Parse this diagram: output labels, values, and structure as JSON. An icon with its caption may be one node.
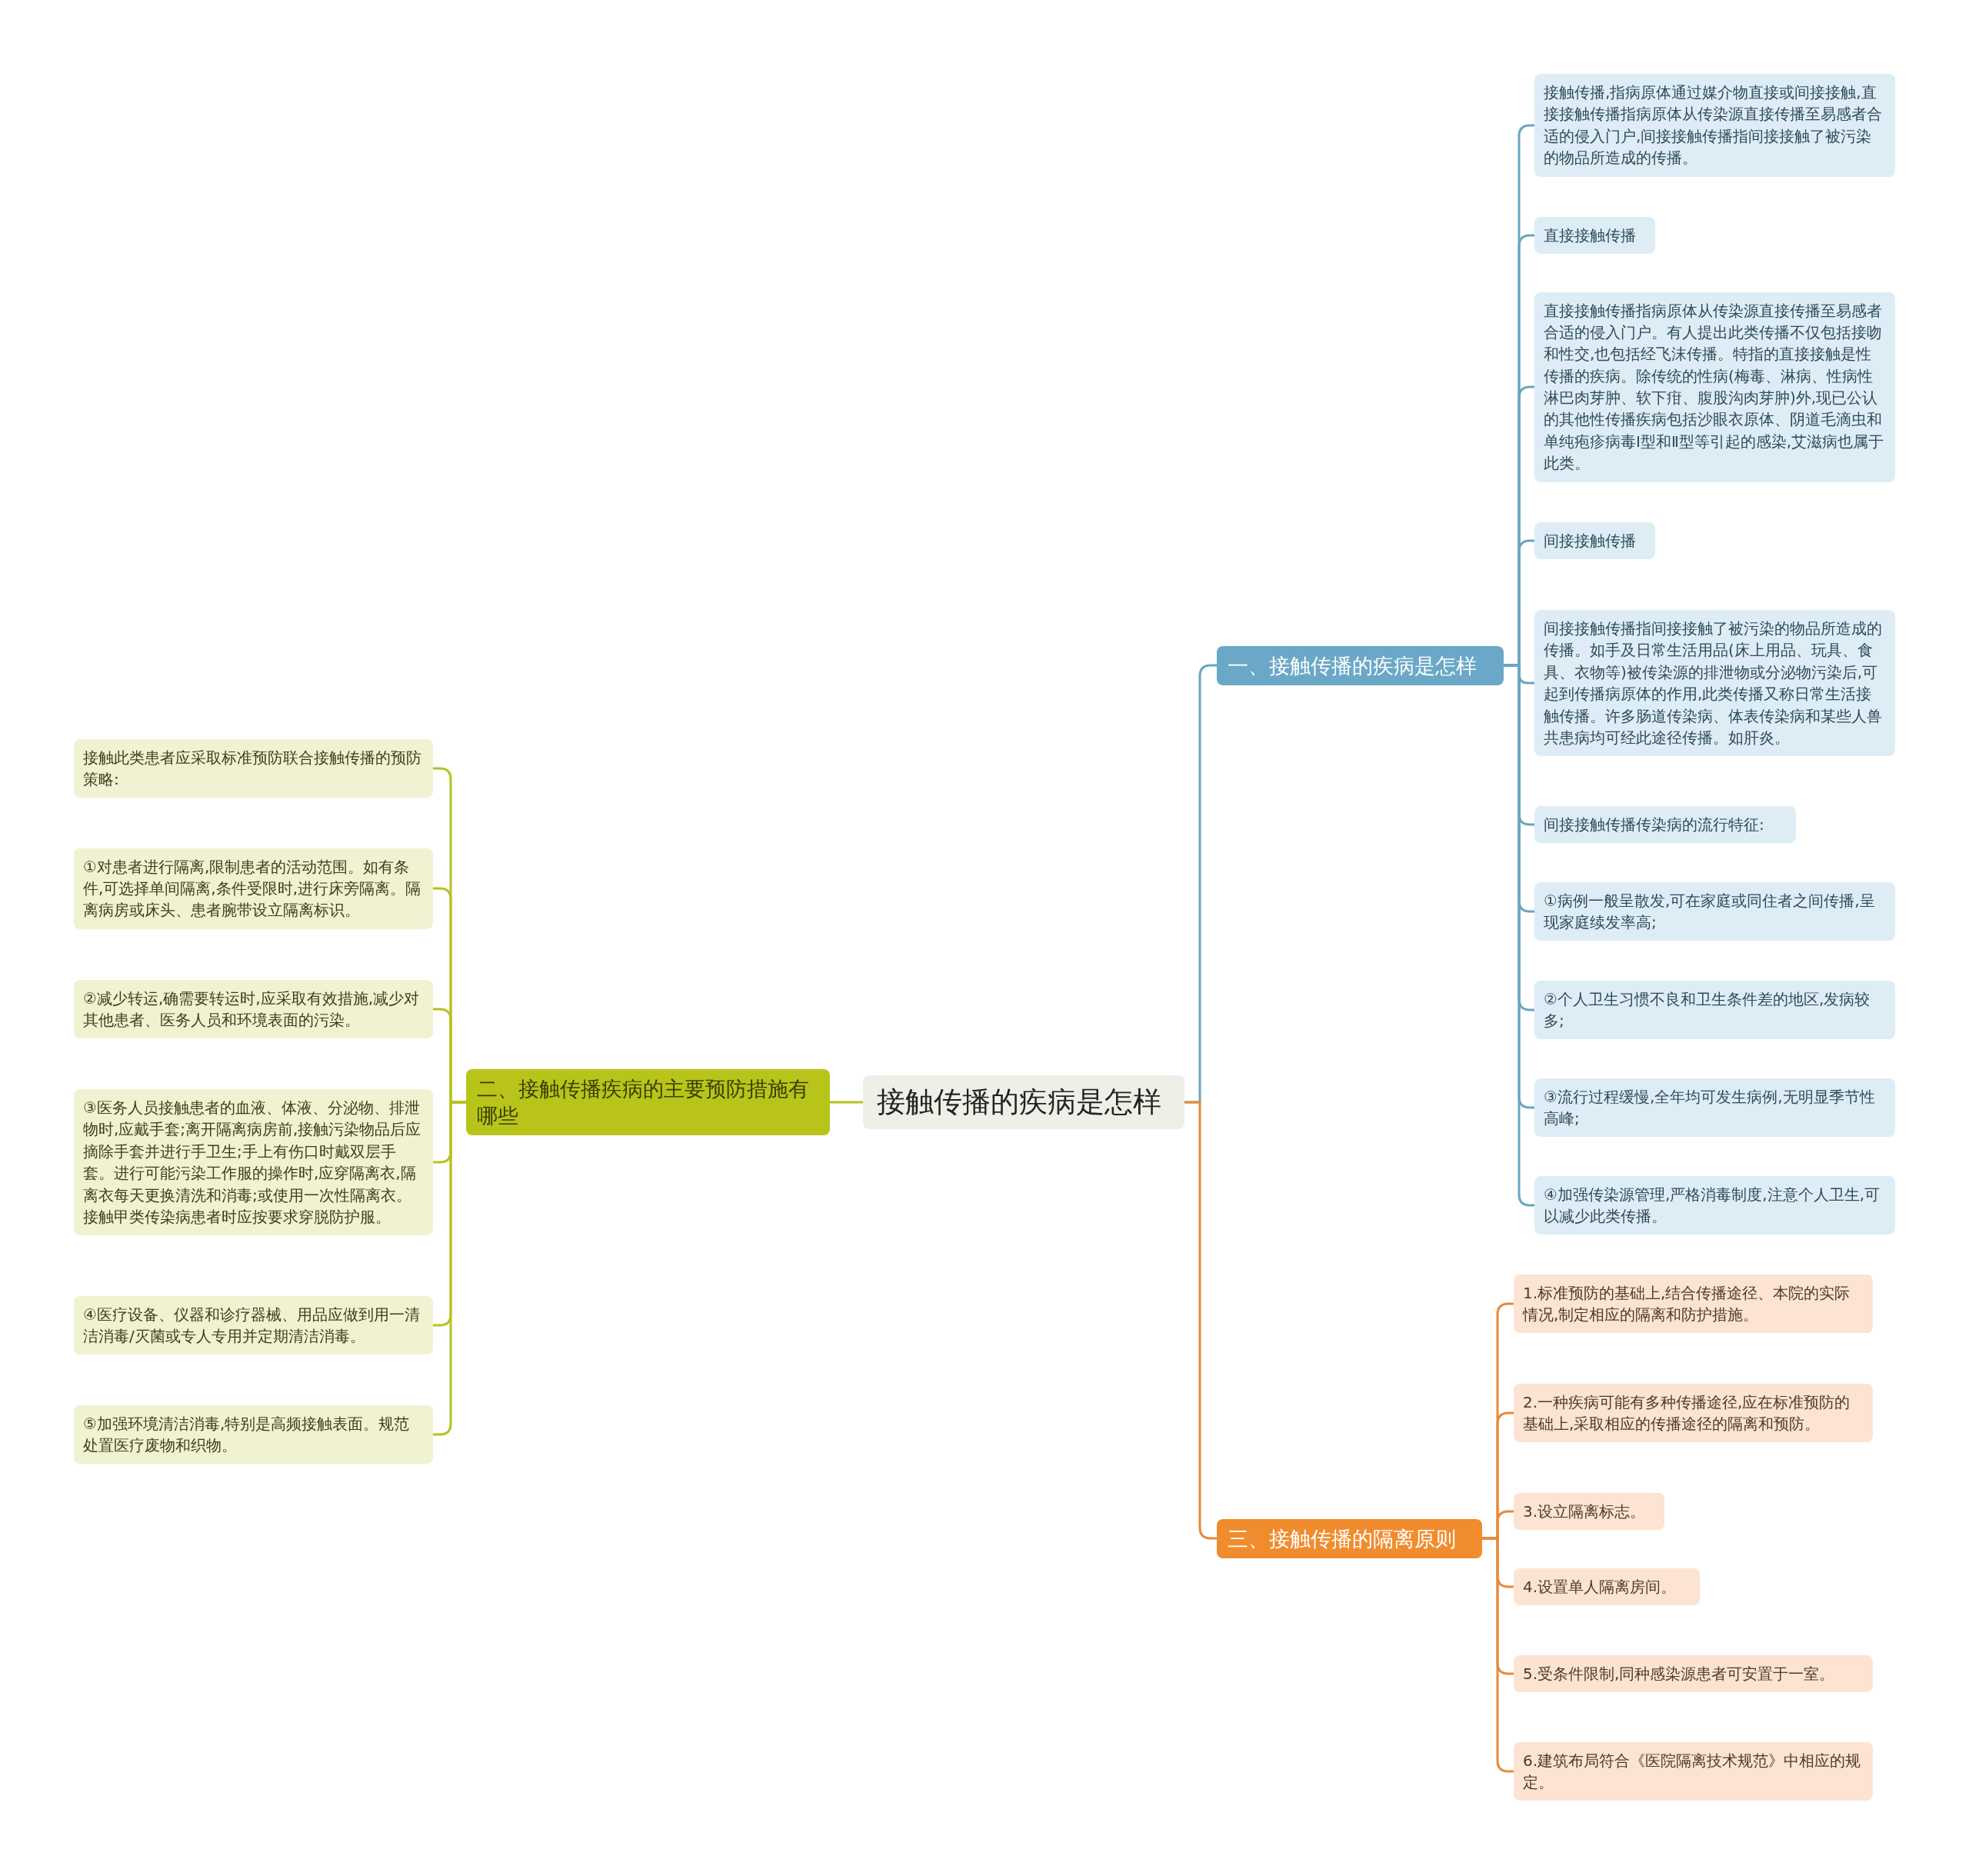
{
  "diagram": {
    "nodes": [
      {
        "text": [
          "接触传播的疾病是怎样"
        ]
      },
      {
        "text": [
          "一、接触传播的疾病是怎样"
        ]
      },
      {
        "text": [
          "接触传播,指病原体通过媒介物直接或间接接触,直接接触传播指病原体从传染源直接传播至易感者合适的侵入门户,间接接触传播指间接接触了被污染的物品所造成的传播。"
        ]
      },
      {
        "text": [
          "直接接触传播"
        ]
      },
      {
        "text": [
          "直接接触传播指病原体从传染源直接传播至易感者合适的侵入门户。有人提出此类传播不仅包括接吻和性交,也包括经飞沫传播。特指的直接接触是性传播的疾病。除传统的性病(梅毒、淋病、性病性淋巴肉芽肿、软下疳、腹股沟肉芽肿)外,现已公认的其他性传播疾病包括沙眼衣原体、阴道毛滴虫和单纯疱疹病毒I型和Ⅱ型等引起的感染,艾滋病也属于此类。"
        ]
      },
      {
        "text": [
          "间接接触传播"
        ]
      },
      {
        "text": [
          "间接接触传播指间接接触了被污染的物品所造成的传播。如手及日常生活用品(床上用品、玩具、食具、衣物等)被传染源的排泄物或分泌物污染后,可起到传播病原体的作用,此类传播又称日常生活接触传播。许多肠道传染病、体表传染病和某些人兽共患病均可经此途径传播。如肝炎。"
        ]
      },
      {
        "text": [
          "间接接触传播传染病的流行特征:"
        ]
      },
      {
        "text": [
          "①病例一般呈散发,可在家庭或同住者之间传播,呈现家庭续发率高;"
        ]
      },
      {
        "text": [
          "②个人卫生习惯不良和卫生条件差的地区,发病较多;"
        ]
      },
      {
        "text": [
          "③流行过程缓慢,全年均可发生病例,无明显季节性高峰;"
        ]
      },
      {
        "text": [
          "④加强传染源管理,严格消毒制度,注意个人卫生,可以减少此类传播。"
        ]
      },
      {
        "text": [
          "二、接触传播疾病的主要预防措施有哪些"
        ]
      },
      {
        "text": [
          "接触此类患者应采取标准预防联合接触传播的预防策略:"
        ]
      },
      {
        "text": [
          "①对患者进行隔离,限制患者的活动范围。如有条件,可选择单间隔离,条件受限时,进行床旁隔离。隔离病房或床头、患者腕带设立隔离标识。"
        ]
      },
      {
        "text": [
          "②减少转运,确需要转运时,应采取有效措施,减少对其他患者、医务人员和环境表面的污染。"
        ]
      },
      {
        "text": [
          "③医务人员接触患者的血液、体液、分泌物、排泄物时,应戴手套;离开隔离病房前,接触污染物品后应摘除手套并进行手卫生;手上有伤口时戴双层手套。进行可能污染工作服的操作时,应穿隔离衣,隔离衣每天更换清洗和消毒;或使用一次性隔离衣。接触甲类传染病患者时应按要求穿脱防护服。"
        ]
      },
      {
        "text": [
          "④医疗设备、仪器和诊疗器械、用品应做到用一清洁消毒/灭菌或专人专用并定期清洁消毒。"
        ]
      },
      {
        "text": [
          "⑤加强环境清洁消毒,特别是高频接触表面。规范处置医疗废物和织物。"
        ]
      },
      {
        "text": [
          "三、接触传播的隔离原则"
        ]
      },
      {
        "text": [
          "1.标准预防的基础上,结合传播途径、本院的实际情况,制定相应的隔离和防护措施。"
        ]
      },
      {
        "text": [
          "2.一种疾病可能有多种传播途径,应在标准预防的基础上,采取相应的传播途径的隔离和预防。"
        ]
      },
      {
        "text": [
          "3.设立隔离标志。"
        ]
      },
      {
        "text": [
          "4.设置单人隔离房间。"
        ]
      },
      {
        "text": [
          "5.受条件限制,同种感染源患者可安置于一室。"
        ]
      },
      {
        "text": [
          "6.建筑布局符合《医院隔离技术规范》中相应的规定。"
        ]
      }
    ],
    "edges": [
      {
        "from": 0,
        "to": 1,
        "arrow": "none",
        "color": "#6ba5c0"
      },
      {
        "from": 1,
        "to": 2,
        "arrow": "none",
        "color": "#6ba5c0"
      },
      {
        "from": 1,
        "to": 3,
        "arrow": "none",
        "color": "#6ba5c0"
      },
      {
        "from": 1,
        "to": 4,
        "arrow": "none",
        "color": "#6ba5c0"
      },
      {
        "from": 1,
        "to": 5,
        "arrow": "none",
        "color": "#6ba5c0"
      },
      {
        "from": 1,
        "to": 6,
        "arrow": "none",
        "color": "#6ba5c0"
      },
      {
        "from": 1,
        "to": 7,
        "arrow": "none",
        "color": "#6ba5c0"
      },
      {
        "from": 1,
        "to": 8,
        "arrow": "none",
        "color": "#6ba5c0"
      },
      {
        "from": 1,
        "to": 9,
        "arrow": "none",
        "color": "#6ba5c0"
      },
      {
        "from": 1,
        "to": 10,
        "arrow": "none",
        "color": "#6ba5c0"
      },
      {
        "from": 1,
        "to": 11,
        "arrow": "none",
        "color": "#6ba5c0"
      },
      {
        "from": 0,
        "to": 12,
        "arrow": "none",
        "color": "#b5c21f"
      },
      {
        "from": 12,
        "to": 13,
        "arrow": "none",
        "color": "#b5c21f"
      },
      {
        "from": 12,
        "to": 14,
        "arrow": "none",
        "color": "#b5c21f"
      },
      {
        "from": 12,
        "to": 15,
        "arrow": "none",
        "color": "#b5c21f"
      },
      {
        "from": 12,
        "to": 16,
        "arrow": "none",
        "color": "#b5c21f"
      },
      {
        "from": 12,
        "to": 17,
        "arrow": "none",
        "color": "#b5c21f"
      },
      {
        "from": 12,
        "to": 18,
        "arrow": "none",
        "color": "#b5c21f"
      },
      {
        "from": 0,
        "to": 19,
        "arrow": "none",
        "color": "#e8893a"
      },
      {
        "from": 19,
        "to": 20,
        "arrow": "none",
        "color": "#e8893a"
      },
      {
        "from": 19,
        "to": 21,
        "arrow": "none",
        "color": "#e8893a"
      },
      {
        "from": 19,
        "to": 22,
        "arrow": "none",
        "color": "#e8893a"
      },
      {
        "from": 19,
        "to": 23,
        "arrow": "none",
        "color": "#e8893a"
      },
      {
        "from": 19,
        "to": 24,
        "arrow": "none",
        "color": "#e8893a"
      },
      {
        "from": 19,
        "to": 25,
        "arrow": "none",
        "color": "#e8893a"
      }
    ]
  }
}
